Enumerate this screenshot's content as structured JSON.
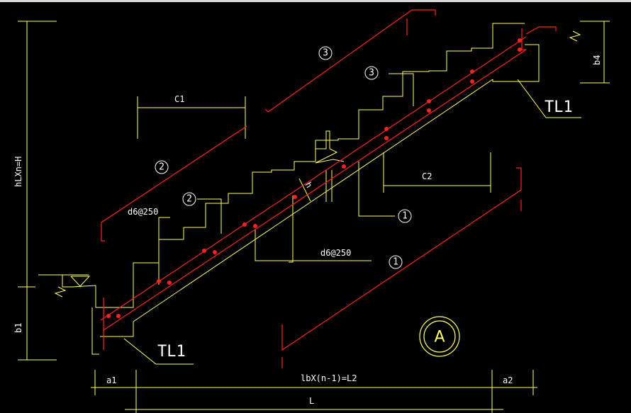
{
  "labels": {
    "c1": "C1",
    "c2": "C2",
    "b4": "b4",
    "b1": "b1",
    "h": "h",
    "height": "hLXn=H",
    "a1": "a1",
    "a2": "a2",
    "l2": "lbX(n-1)=L2",
    "l": "L",
    "tl1_top": "TL1",
    "tl1_bottom": "TL1",
    "d6_left": "d6@250",
    "d6_mid": "d6@250"
  },
  "markers": {
    "m1": "1",
    "m2": "1",
    "m3": "2",
    "m4": "2",
    "m5": "3",
    "m6": "3"
  },
  "section_mark": "A",
  "colors": {
    "background": "#000000",
    "dimension": "#ffff66",
    "rebar": "#ff2020",
    "text": "#ffffff"
  }
}
